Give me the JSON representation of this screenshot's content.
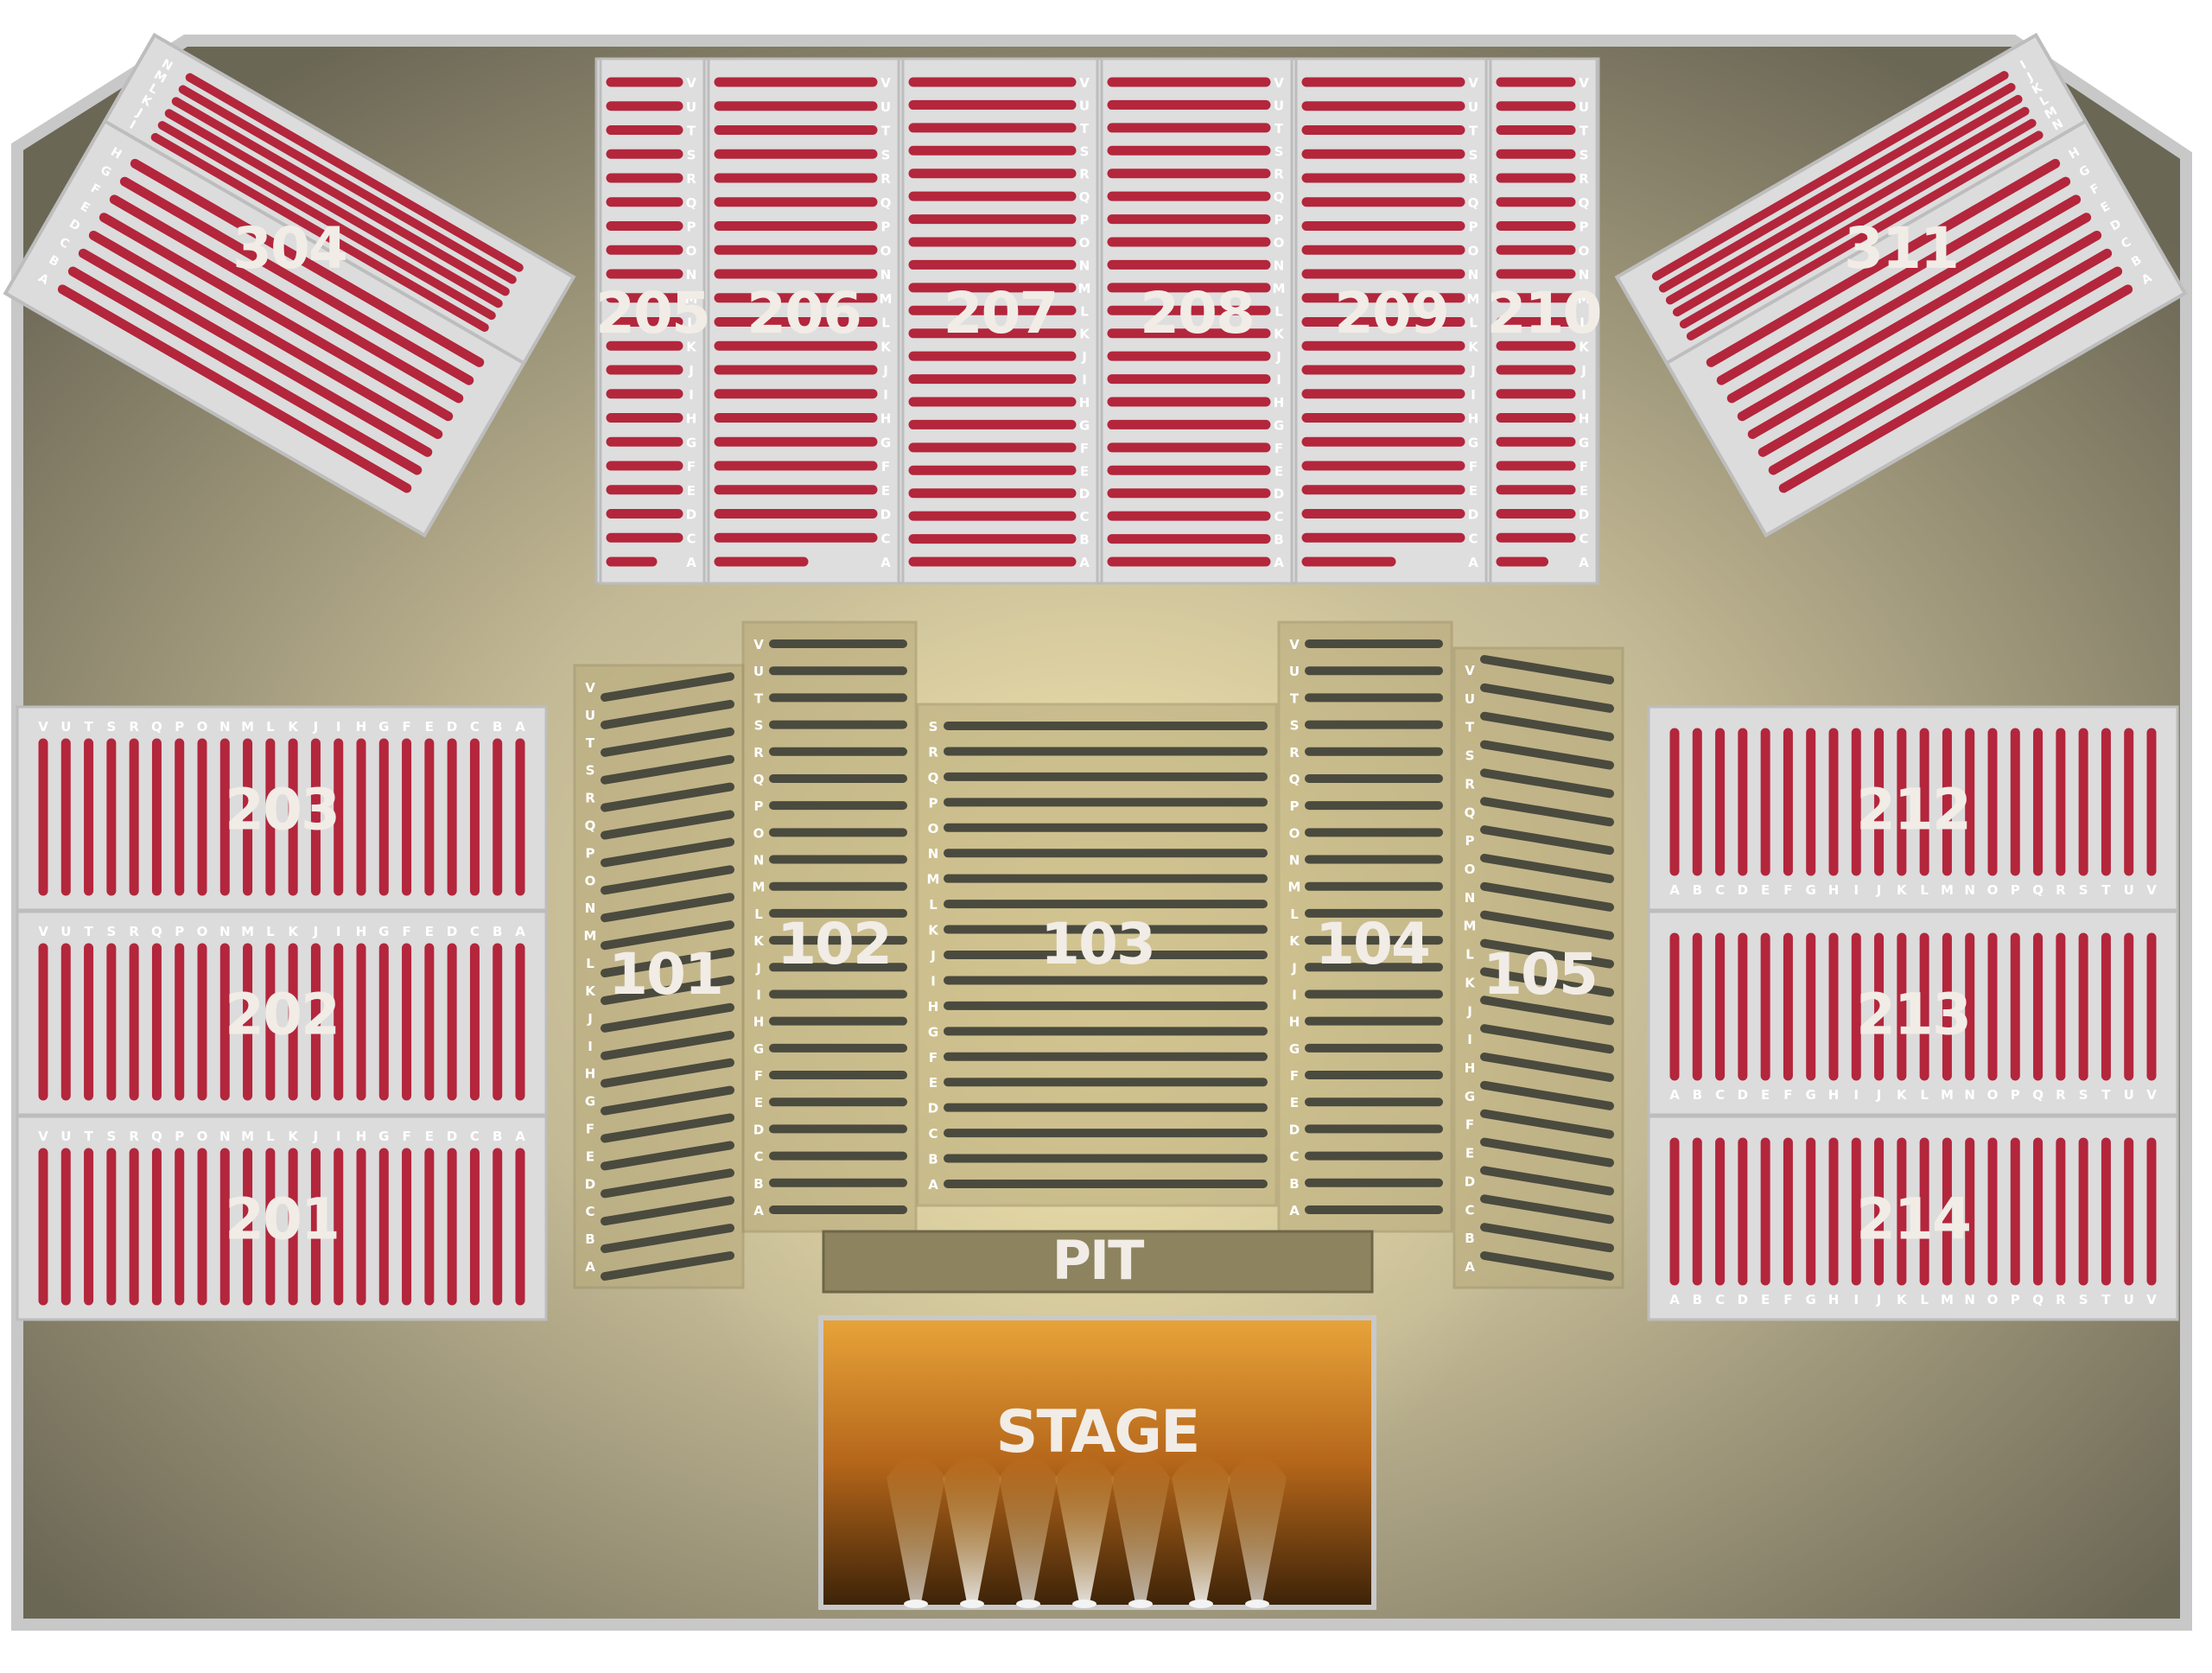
{
  "colors": {
    "floor_light": "#d4c9a8",
    "floor_dark": "#6f6a56",
    "border": "#c9c9c9",
    "upper_panel": "#dcdcdc",
    "seat_red": "#b3263c",
    "seat_dark": "#4a4a3e",
    "lower_panel": "#b9a978",
    "pit": "#8f8660",
    "stage_top": "#e09a2c",
    "stage_bottom": "#4a2a0c",
    "label": "#f1ece6"
  },
  "stage": {
    "label": "STAGE"
  },
  "pit": {
    "label": "PIT"
  },
  "sections": {
    "s101": {
      "name": "101",
      "rows": [
        "V",
        "U",
        "T",
        "S",
        "R",
        "Q",
        "P",
        "O",
        "N",
        "M",
        "L",
        "K",
        "J",
        "I",
        "H",
        "G",
        "F",
        "E",
        "D",
        "C",
        "B",
        "A"
      ]
    },
    "s102": {
      "name": "102",
      "rows": [
        "V",
        "U",
        "T",
        "S",
        "R",
        "Q",
        "P",
        "O",
        "N",
        "M",
        "L",
        "K",
        "J",
        "I",
        "H",
        "G",
        "F",
        "E",
        "D",
        "C",
        "B",
        "A"
      ]
    },
    "s103": {
      "name": "103",
      "rows": [
        "S",
        "R",
        "Q",
        "P",
        "O",
        "N",
        "M",
        "L",
        "K",
        "J",
        "I",
        "H",
        "G",
        "F",
        "E",
        "D",
        "C",
        "B",
        "A"
      ]
    },
    "s104": {
      "name": "104",
      "rows": [
        "V",
        "U",
        "T",
        "S",
        "R",
        "Q",
        "P",
        "O",
        "N",
        "M",
        "L",
        "K",
        "J",
        "I",
        "H",
        "G",
        "F",
        "E",
        "D",
        "C",
        "B",
        "A"
      ]
    },
    "s105": {
      "name": "105",
      "rows": [
        "V",
        "U",
        "T",
        "S",
        "R",
        "Q",
        "P",
        "O",
        "N",
        "M",
        "L",
        "K",
        "J",
        "I",
        "H",
        "G",
        "F",
        "E",
        "D",
        "C",
        "B",
        "A"
      ]
    },
    "s201": {
      "name": "201",
      "rows": [
        "V",
        "U",
        "T",
        "S",
        "R",
        "Q",
        "P",
        "O",
        "N",
        "M",
        "L",
        "K",
        "J",
        "I",
        "H",
        "G",
        "F",
        "E",
        "D",
        "C",
        "B",
        "A"
      ]
    },
    "s202": {
      "name": "202",
      "rows": [
        "V",
        "U",
        "T",
        "S",
        "R",
        "Q",
        "P",
        "O",
        "N",
        "M",
        "L",
        "K",
        "J",
        "I",
        "H",
        "G",
        "F",
        "E",
        "D",
        "C",
        "B",
        "A"
      ]
    },
    "s203": {
      "name": "203",
      "rows": [
        "V",
        "U",
        "T",
        "S",
        "R",
        "Q",
        "P",
        "O",
        "N",
        "M",
        "L",
        "K",
        "J",
        "I",
        "H",
        "G",
        "F",
        "E",
        "D",
        "C",
        "B",
        "A"
      ]
    },
    "s205": {
      "name": "205",
      "rows": [
        "V",
        "U",
        "T",
        "S",
        "R",
        "Q",
        "P",
        "O",
        "N",
        "M",
        "L",
        "K",
        "J",
        "I",
        "H",
        "G",
        "F",
        "E",
        "D",
        "C",
        "A"
      ]
    },
    "s206": {
      "name": "206",
      "rows": [
        "V",
        "U",
        "T",
        "S",
        "R",
        "Q",
        "P",
        "O",
        "N",
        "M",
        "L",
        "K",
        "J",
        "I",
        "H",
        "G",
        "F",
        "E",
        "D",
        "C",
        "A"
      ]
    },
    "s207": {
      "name": "207",
      "rows": [
        "V",
        "U",
        "T",
        "S",
        "R",
        "Q",
        "P",
        "O",
        "N",
        "M",
        "L",
        "K",
        "J",
        "I",
        "H",
        "G",
        "F",
        "E",
        "D",
        "C",
        "B",
        "A"
      ]
    },
    "s208": {
      "name": "208",
      "rows": [
        "V",
        "U",
        "T",
        "S",
        "R",
        "Q",
        "P",
        "O",
        "N",
        "M",
        "L",
        "K",
        "J",
        "I",
        "H",
        "G",
        "F",
        "E",
        "D",
        "C",
        "B",
        "A"
      ]
    },
    "s209": {
      "name": "209",
      "rows": [
        "V",
        "U",
        "T",
        "S",
        "R",
        "Q",
        "P",
        "O",
        "N",
        "M",
        "L",
        "K",
        "J",
        "I",
        "H",
        "G",
        "F",
        "E",
        "D",
        "C",
        "A"
      ]
    },
    "s210": {
      "name": "210",
      "rows": [
        "V",
        "U",
        "T",
        "S",
        "R",
        "Q",
        "P",
        "O",
        "N",
        "M",
        "L",
        "K",
        "J",
        "I",
        "H",
        "G",
        "F",
        "E",
        "D",
        "C",
        "A"
      ]
    },
    "s212": {
      "name": "212",
      "rows": [
        "A",
        "B",
        "C",
        "D",
        "E",
        "F",
        "G",
        "H",
        "I",
        "J",
        "K",
        "L",
        "M",
        "N",
        "O",
        "P",
        "Q",
        "R",
        "S",
        "T",
        "U",
        "V"
      ]
    },
    "s213": {
      "name": "213",
      "rows": [
        "A",
        "B",
        "C",
        "D",
        "E",
        "F",
        "G",
        "H",
        "I",
        "J",
        "K",
        "L",
        "M",
        "N",
        "O",
        "P",
        "Q",
        "R",
        "S",
        "T",
        "U",
        "V"
      ]
    },
    "s214": {
      "name": "214",
      "rows": [
        "A",
        "B",
        "C",
        "D",
        "E",
        "F",
        "G",
        "H",
        "I",
        "J",
        "K",
        "L",
        "M",
        "N",
        "O",
        "P",
        "Q",
        "R",
        "S",
        "T",
        "U",
        "V"
      ]
    },
    "s304": {
      "name": "304",
      "rows_upper": [
        "N",
        "M",
        "L",
        "K",
        "J",
        "I"
      ],
      "rows_lower": [
        "H",
        "G",
        "F",
        "E",
        "D",
        "C",
        "B",
        "A"
      ]
    },
    "s311": {
      "name": "311",
      "rows_upper": [
        "I",
        "J",
        "K",
        "L",
        "M",
        "N"
      ],
      "rows_lower": [
        "H",
        "G",
        "F",
        "E",
        "D",
        "C",
        "B",
        "A"
      ]
    }
  }
}
